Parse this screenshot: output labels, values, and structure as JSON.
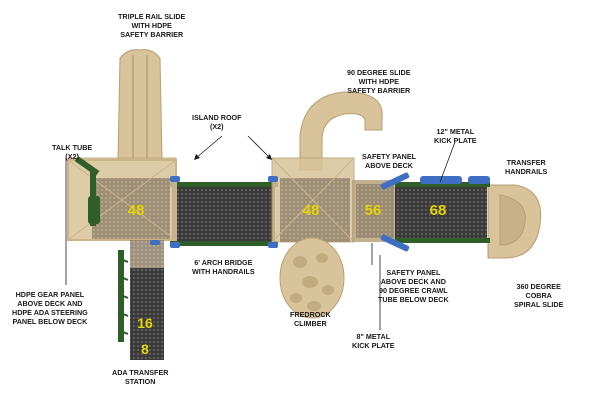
{
  "labels": {
    "triple_rail_slide": [
      "TRIPLE RAIL SLIDE",
      "WITH HDPE",
      "SAFETY BARRIER"
    ],
    "island_roof": [
      "ISLAND ROOF",
      "(X2)"
    ],
    "ninety_slide": [
      "90 DEGREE SLIDE",
      "WITH HDPE",
      "SAFETY BARRIER"
    ],
    "kick_plate_12": [
      "12\" METAL",
      "KICK PLATE"
    ],
    "talk_tube": [
      "TALK TUBE",
      "(X2)"
    ],
    "safety_panel_above": [
      "SAFETY PANEL",
      "ABOVE DECK"
    ],
    "transfer_handrails": [
      "TRANSFER",
      "HANDRAILS"
    ],
    "arch_bridge": [
      "6' ARCH BRIDGE",
      "WITH HANDRAILS"
    ],
    "hdpe_gear_panel": [
      "HDPE GEAR PANEL",
      "ABOVE DECK AND",
      "HDPE ADA STEERING",
      "PANEL BELOW DECK"
    ],
    "fredrock": [
      "FREDROCK",
      "CLIMBER"
    ],
    "safety_panel_crawl": [
      "SAFETY PANEL",
      "ABOVE DECK AND",
      "90 DEGREE CRAWL",
      "TUBE BELOW DECK"
    ],
    "cobra_slide": [
      "360 DEGREE",
      "COBRA",
      "SPIRAL SLIDE"
    ],
    "kick_plate_8": [
      "8\" METAL",
      "KICK PLATE"
    ],
    "ada_transfer": [
      "ADA TRANSFER",
      "STATION"
    ]
  },
  "deck_heights": {
    "left_deck": "48",
    "center_deck": "48",
    "step_deck_56": "56",
    "top_deck": "68",
    "ada_upper": "16",
    "ada_lower": "8"
  },
  "colors": {
    "tan": "#d9c39a",
    "tan_dark": "#b89f70",
    "green": "#2f5e2a",
    "blue": "#3e6fc4",
    "deck": "#3a3a3a",
    "number": "#e8d400"
  }
}
